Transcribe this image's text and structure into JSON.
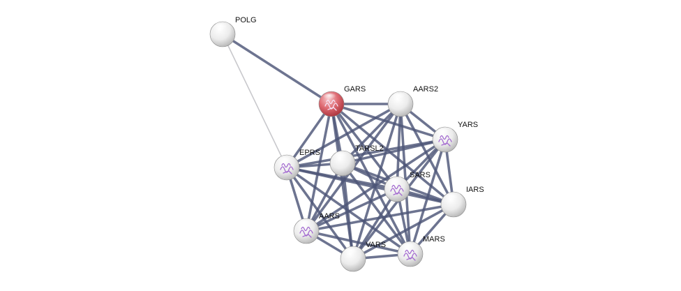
{
  "network": {
    "colors": {
      "edge": "#4d5678",
      "edge_light": "#c8c8cc",
      "query_node": "#d9535d",
      "node": "#f2f2f2",
      "structure_icon": "#a36ad0"
    },
    "nodes": [
      {
        "id": "POLG",
        "label": "POLG",
        "query": false,
        "structure": false
      },
      {
        "id": "GARS",
        "label": "GARS",
        "query": true,
        "structure": true
      },
      {
        "id": "AARS2",
        "label": "AARS2",
        "query": false,
        "structure": false
      },
      {
        "id": "YARS",
        "label": "YARS",
        "query": false,
        "structure": true
      },
      {
        "id": "TARSL2",
        "label": "TARSL2",
        "query": false,
        "structure": false
      },
      {
        "id": "EPRS",
        "label": "EPRS",
        "query": false,
        "structure": true
      },
      {
        "id": "SARS",
        "label": "SARS",
        "query": false,
        "structure": true
      },
      {
        "id": "IARS",
        "label": "IARS",
        "query": false,
        "structure": false
      },
      {
        "id": "AARS",
        "label": "AARS",
        "query": false,
        "structure": true
      },
      {
        "id": "VARS",
        "label": "VARS",
        "query": false,
        "structure": false
      },
      {
        "id": "MARS",
        "label": "MARS",
        "query": false,
        "structure": true
      }
    ],
    "edges": [
      {
        "source": "POLG",
        "target": "GARS",
        "strength": "strong"
      },
      {
        "source": "POLG",
        "target": "EPRS",
        "strength": "weak"
      },
      {
        "source": "GARS",
        "target": "AARS2",
        "strength": "strong"
      },
      {
        "source": "GARS",
        "target": "YARS",
        "strength": "strong"
      },
      {
        "source": "GARS",
        "target": "TARSL2",
        "strength": "strong"
      },
      {
        "source": "GARS",
        "target": "EPRS",
        "strength": "strong"
      },
      {
        "source": "GARS",
        "target": "SARS",
        "strength": "strong"
      },
      {
        "source": "GARS",
        "target": "IARS",
        "strength": "strong"
      },
      {
        "source": "GARS",
        "target": "AARS",
        "strength": "strong"
      },
      {
        "source": "GARS",
        "target": "VARS",
        "strength": "strong"
      },
      {
        "source": "GARS",
        "target": "MARS",
        "strength": "strong"
      },
      {
        "source": "AARS2",
        "target": "YARS",
        "strength": "strong"
      },
      {
        "source": "AARS2",
        "target": "TARSL2",
        "strength": "strong"
      },
      {
        "source": "AARS2",
        "target": "EPRS",
        "strength": "strong"
      },
      {
        "source": "AARS2",
        "target": "SARS",
        "strength": "strong"
      },
      {
        "source": "AARS2",
        "target": "IARS",
        "strength": "strong"
      },
      {
        "source": "AARS2",
        "target": "AARS",
        "strength": "strong"
      },
      {
        "source": "AARS2",
        "target": "VARS",
        "strength": "strong"
      },
      {
        "source": "AARS2",
        "target": "MARS",
        "strength": "strong"
      },
      {
        "source": "YARS",
        "target": "TARSL2",
        "strength": "strong"
      },
      {
        "source": "YARS",
        "target": "EPRS",
        "strength": "strong"
      },
      {
        "source": "YARS",
        "target": "SARS",
        "strength": "strong"
      },
      {
        "source": "YARS",
        "target": "IARS",
        "strength": "strong"
      },
      {
        "source": "YARS",
        "target": "AARS",
        "strength": "strong"
      },
      {
        "source": "YARS",
        "target": "VARS",
        "strength": "strong"
      },
      {
        "source": "YARS",
        "target": "MARS",
        "strength": "strong"
      },
      {
        "source": "TARSL2",
        "target": "EPRS",
        "strength": "strong"
      },
      {
        "source": "TARSL2",
        "target": "SARS",
        "strength": "strong"
      },
      {
        "source": "TARSL2",
        "target": "IARS",
        "strength": "strong"
      },
      {
        "source": "TARSL2",
        "target": "AARS",
        "strength": "strong"
      },
      {
        "source": "TARSL2",
        "target": "VARS",
        "strength": "strong"
      },
      {
        "source": "TARSL2",
        "target": "MARS",
        "strength": "strong"
      },
      {
        "source": "EPRS",
        "target": "SARS",
        "strength": "strong"
      },
      {
        "source": "EPRS",
        "target": "IARS",
        "strength": "strong"
      },
      {
        "source": "EPRS",
        "target": "AARS",
        "strength": "strong"
      },
      {
        "source": "EPRS",
        "target": "VARS",
        "strength": "strong"
      },
      {
        "source": "EPRS",
        "target": "MARS",
        "strength": "strong"
      },
      {
        "source": "SARS",
        "target": "IARS",
        "strength": "strong"
      },
      {
        "source": "SARS",
        "target": "AARS",
        "strength": "strong"
      },
      {
        "source": "SARS",
        "target": "VARS",
        "strength": "strong"
      },
      {
        "source": "SARS",
        "target": "MARS",
        "strength": "strong"
      },
      {
        "source": "IARS",
        "target": "AARS",
        "strength": "strong"
      },
      {
        "source": "IARS",
        "target": "VARS",
        "strength": "strong"
      },
      {
        "source": "IARS",
        "target": "MARS",
        "strength": "strong"
      },
      {
        "source": "AARS",
        "target": "VARS",
        "strength": "strong"
      },
      {
        "source": "AARS",
        "target": "MARS",
        "strength": "strong"
      },
      {
        "source": "VARS",
        "target": "MARS",
        "strength": "strong"
      }
    ]
  }
}
